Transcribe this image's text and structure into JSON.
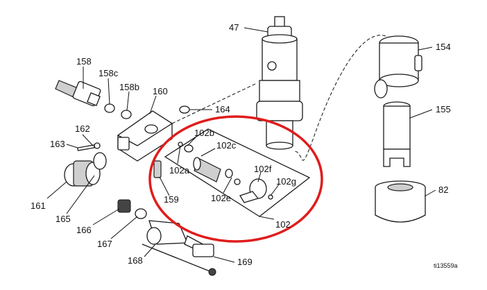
{
  "highlight_color": "#e01c1c",
  "callouts": {
    "p47": "47",
    "p154": "154",
    "p155": "155",
    "p82": "82",
    "p158": "158",
    "p158c": "158c",
    "p158b": "158b",
    "p160": "160",
    "p164": "164",
    "p162": "162",
    "p163": "163",
    "p161": "161",
    "p165": "165",
    "p166": "166",
    "p167": "167",
    "p168": "168",
    "p169": "169",
    "p159": "159",
    "p102": "102",
    "p102a": "102a",
    "p102b": "102b",
    "p102c": "102c",
    "p102e": "102e",
    "p102f": "102f",
    "p102g": "102g"
  },
  "drawing_id": "ti13559a"
}
